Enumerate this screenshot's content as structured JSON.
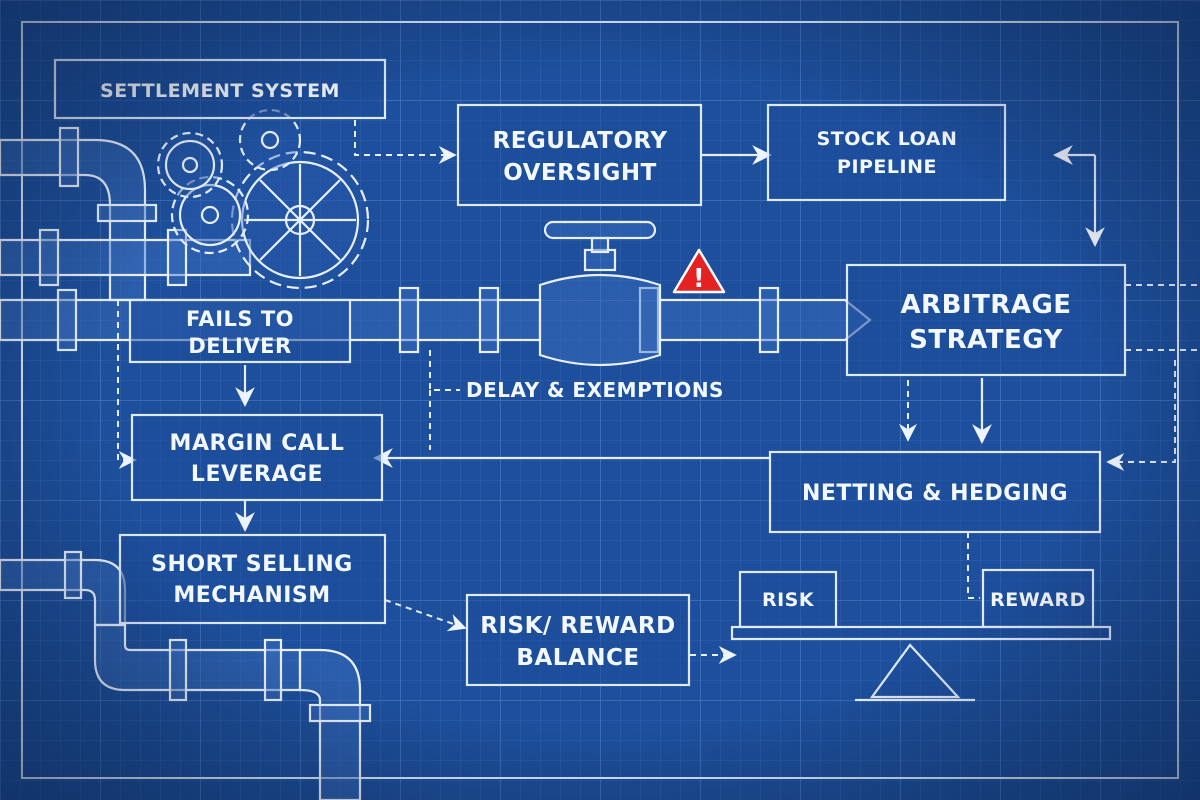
{
  "colors": {
    "background": "#1d4f9c",
    "grid": "#3f70bb",
    "lines": "#e6efff",
    "warning": "#e52222"
  },
  "boxes": {
    "settlement_system": "SETTLEMENT SYSTEM",
    "regulatory_oversight": [
      "REGULATORY",
      "OVERSIGHT"
    ],
    "stock_loan_pipeline": [
      "STOCK LOAN",
      "PIPELINE"
    ],
    "arbitrage_strategy": [
      "ARBITRAGE",
      "STRATEGY"
    ],
    "fails_to_deliver": [
      "FAILS TO",
      "DELIVER"
    ],
    "margin_call_leverage": [
      "MARGIN CALL",
      "LEVERAGE"
    ],
    "netting_hedging": "NETTING & HEDGING",
    "short_selling_mechanism": [
      "SHORT SELLING",
      "MECHANISM"
    ],
    "risk_reward_balance": [
      "RISK/ REWARD",
      "BALANCE"
    ],
    "risk": "RISK",
    "reward": "REWARD"
  },
  "labels": {
    "delay_exemptions": "DELAY & EXEMPTIONS",
    "warning_mark": "!"
  },
  "icons": [
    "warning-icon",
    "gear-icon",
    "valve-icon",
    "balance-scale-icon",
    "pipe-icon"
  ]
}
